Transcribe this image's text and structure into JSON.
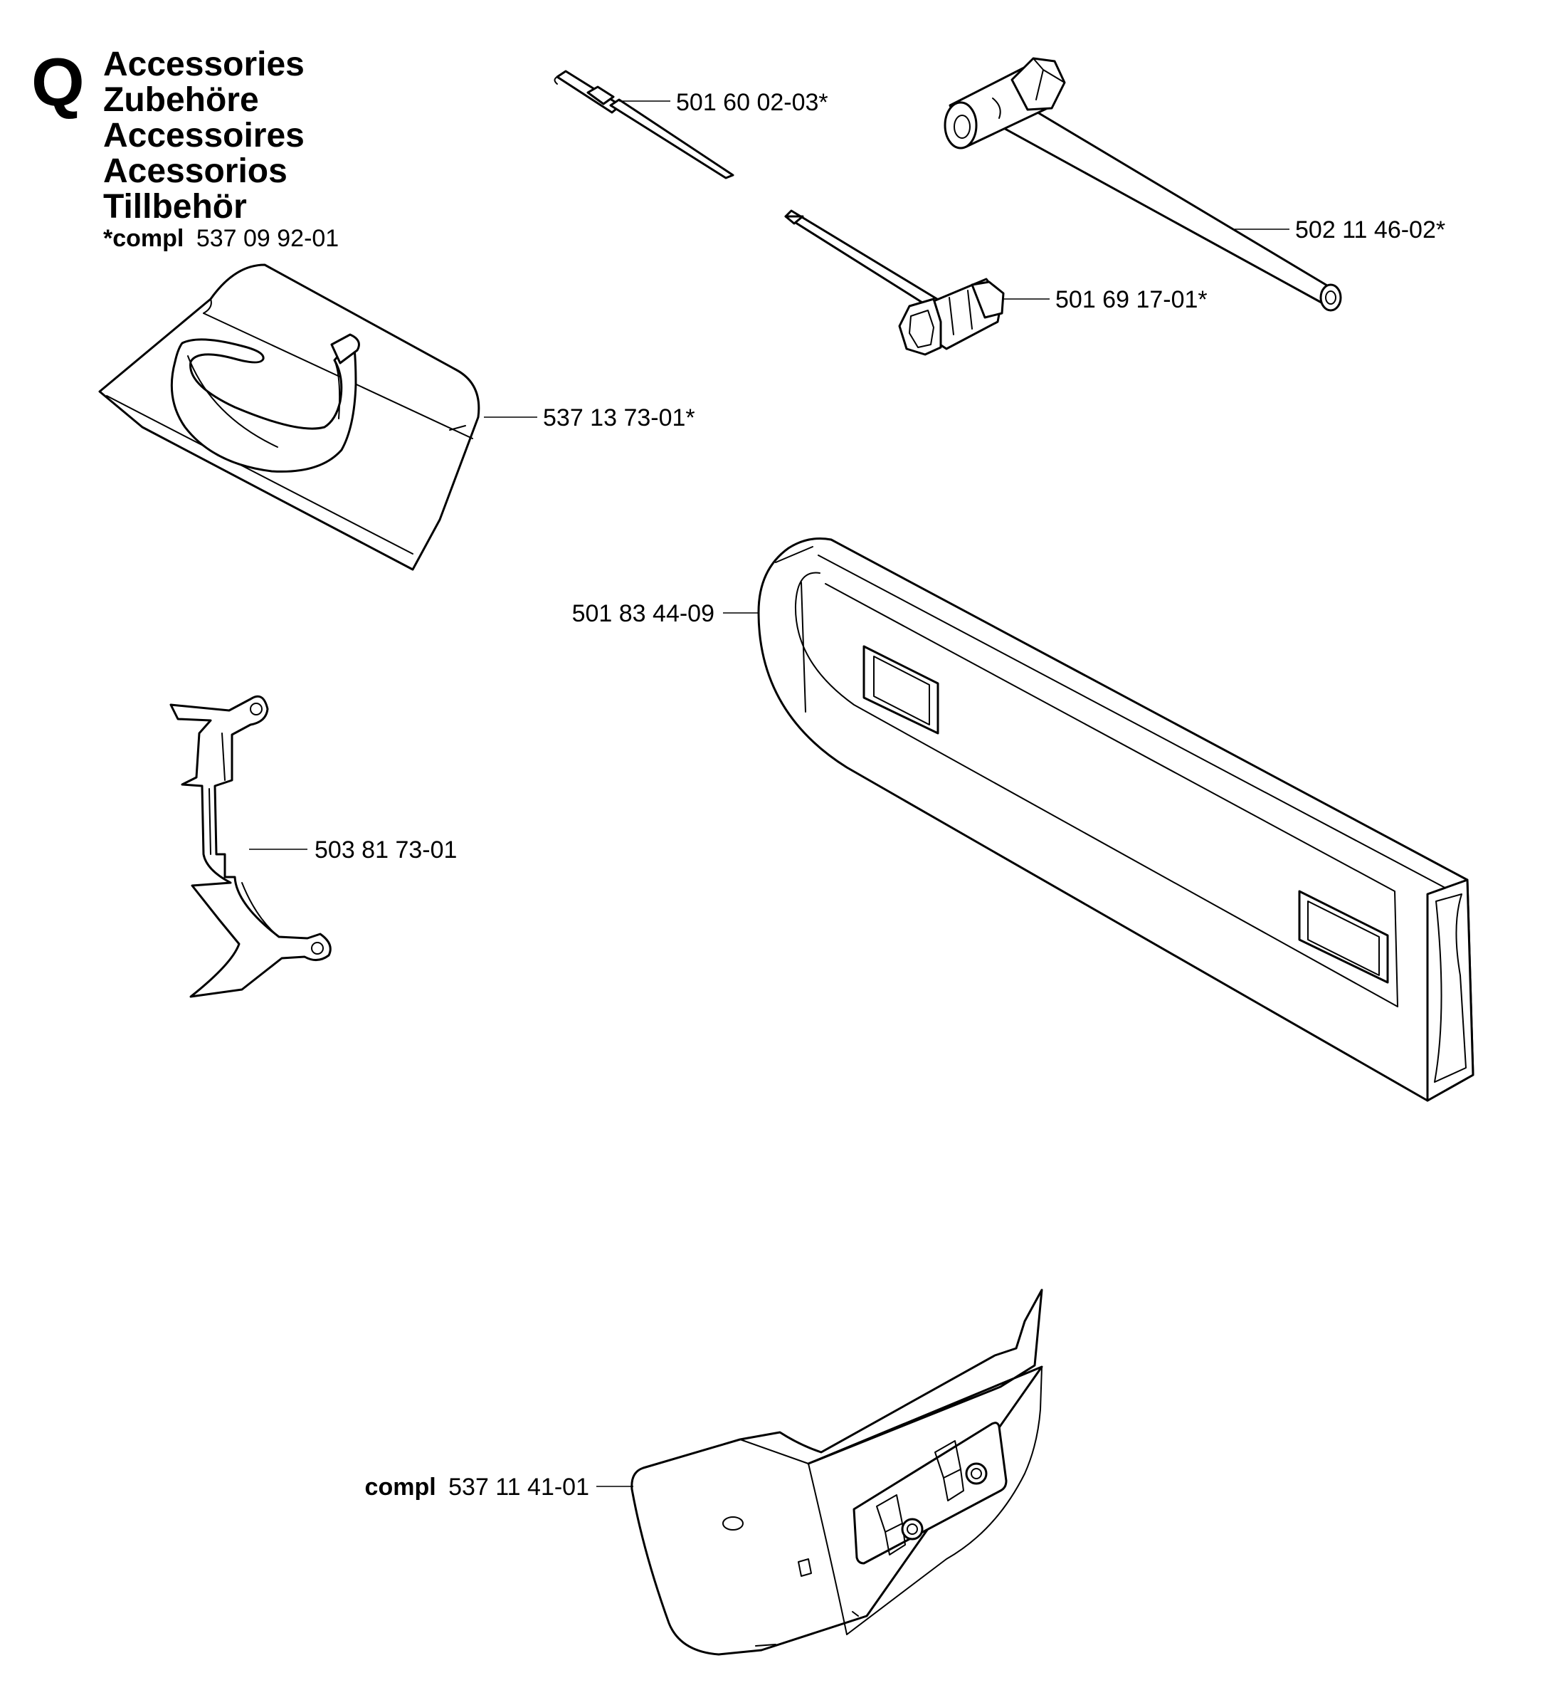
{
  "section": {
    "letter": "Q",
    "titles": [
      "Accessories",
      "Zubehöre",
      "Accessoires",
      "Acessorios",
      "Tillbehör"
    ],
    "kit_note": {
      "prefix": "*compl",
      "number": "537 09 92-01"
    }
  },
  "parts": [
    {
      "id": "screwdriver",
      "number": "501 60 02-03*"
    },
    {
      "id": "combination-wrench-large",
      "number": "502 11 46-02*"
    },
    {
      "id": "combination-wrench-small",
      "number": "501 69 17-01*"
    },
    {
      "id": "tool-bag",
      "number": "537 13 73-01*"
    },
    {
      "id": "bar-guard",
      "number": "501 83 44-09"
    },
    {
      "id": "bumper-spike",
      "number": "503 81 73-01"
    },
    {
      "id": "clutch-cover",
      "prefix": "compl",
      "number": "537 11 41-01"
    }
  ]
}
